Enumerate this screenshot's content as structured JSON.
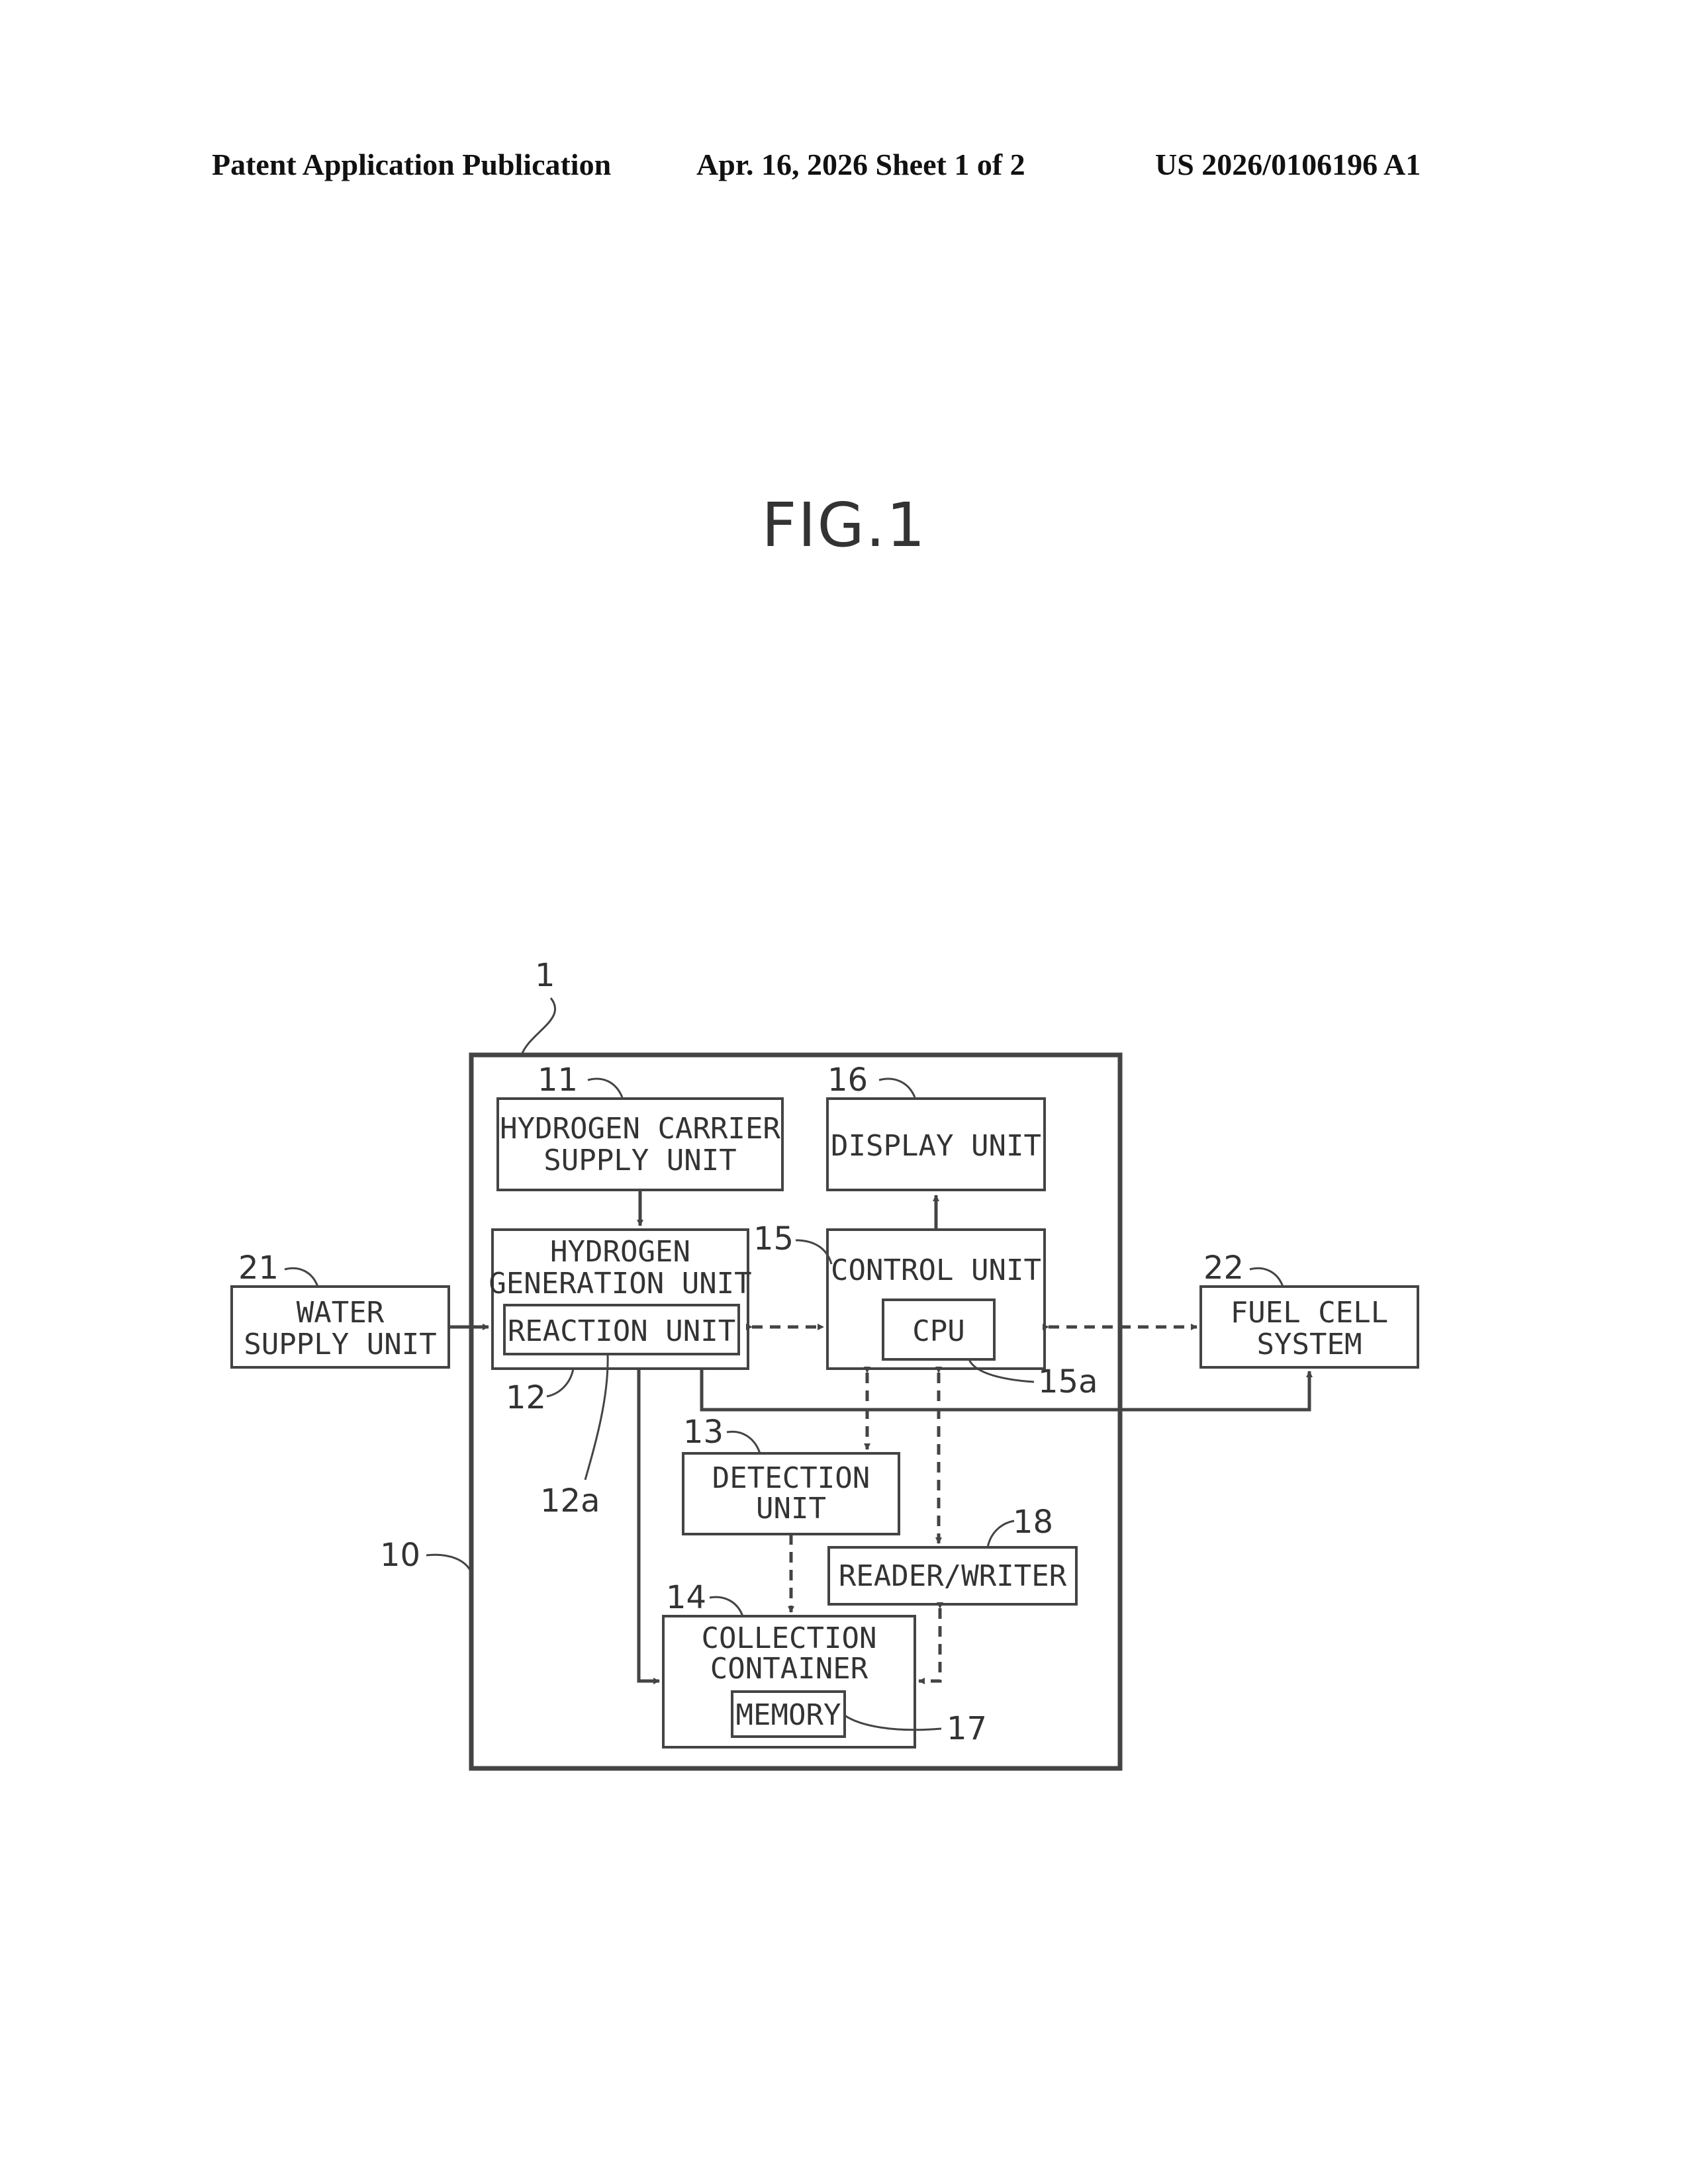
{
  "header": {
    "left": "Patent Application Publication",
    "center": "Apr. 16, 2026  Sheet 1 of 2",
    "right": "US 2026/0106196 A1"
  },
  "figure_title": "FIG.1",
  "boxes": {
    "hydrogen_carrier_supply": {
      "line1": "HYDROGEN CARRIER",
      "line2": "SUPPLY UNIT"
    },
    "display": {
      "line1": "DISPLAY UNIT"
    },
    "hydrogen_generation": {
      "line1": "HYDROGEN",
      "line2": "GENERATION UNIT"
    },
    "reaction": {
      "line1": "REACTION UNIT"
    },
    "control": {
      "line1": "CONTROL UNIT"
    },
    "cpu": {
      "line1": "CPU"
    },
    "water_supply": {
      "line1": "WATER",
      "line2": "SUPPLY UNIT"
    },
    "fuel_cell": {
      "line1": "FUEL CELL",
      "line2": "SYSTEM"
    },
    "detection": {
      "line1": "DETECTION",
      "line2": "UNIT"
    },
    "reader_writer": {
      "line1": "READER/WRITER"
    },
    "collection": {
      "line1": "COLLECTION",
      "line2": "CONTAINER"
    },
    "memory": {
      "line1": "MEMORY"
    }
  },
  "refs": {
    "r1": "1",
    "r10": "10",
    "r11": "11",
    "r12": "12",
    "r12a": "12a",
    "r13": "13",
    "r14": "14",
    "r15": "15",
    "r15a": "15a",
    "r16": "16",
    "r17": "17",
    "r18": "18",
    "r21": "21",
    "r22": "22"
  }
}
